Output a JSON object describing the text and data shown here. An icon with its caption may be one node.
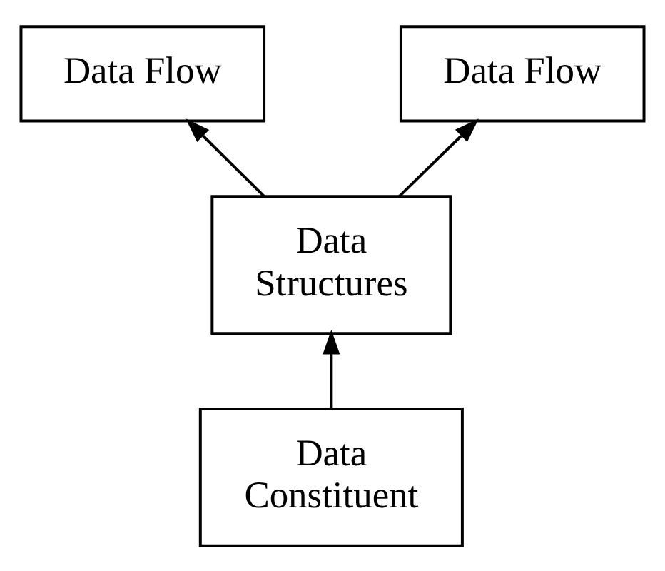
{
  "diagram": {
    "nodes": [
      {
        "text": [
          "Data Flow"
        ]
      },
      {
        "text": [
          "Data Flow"
        ]
      },
      {
        "text": [
          "Data Structures"
        ]
      },
      {
        "text": [
          "Data Constituent"
        ]
      }
    ],
    "edges": [
      {
        "from": 2,
        "to": 0,
        "arrow": "to"
      },
      {
        "from": 2,
        "to": 1,
        "arrow": "to"
      },
      {
        "from": 3,
        "to": 2,
        "arrow": "to"
      }
    ]
  }
}
